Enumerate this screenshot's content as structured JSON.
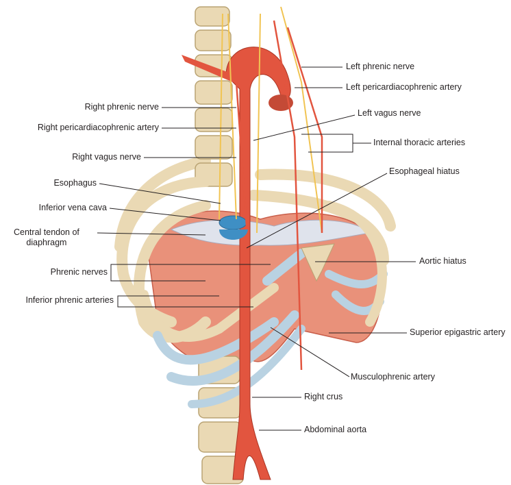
{
  "colors": {
    "bone": "#ead9b4",
    "bone_edge": "#b9a373",
    "muscle": "#e9917a",
    "muscle_dark": "#c85e4a",
    "artery": "#e2553f",
    "vein": "#3f8fc4",
    "tendon": "#dfe3ec",
    "nerve": "#f1c453",
    "cartilage": "#b9d2e2"
  },
  "labels": {
    "left_phrenic_nerve": "Left phrenic nerve",
    "left_pericardiacophrenic_artery": "Left pericardiacophrenic artery",
    "left_vagus_nerve": "Left vagus nerve",
    "internal_thoracic_arteries": "Internal thoracic arteries",
    "esophageal_hiatus": "Esophageal hiatus",
    "aortic_hiatus": "Aortic hiatus",
    "superior_epigastric_artery": "Superior epigastric artery",
    "musculophrenic_artery": "Musculophrenic artery",
    "right_crus": "Right crus",
    "abdominal_aorta": "Abdominal aorta",
    "right_phrenic_nerve": "Right phrenic nerve",
    "right_pericardiacophrenic_artery": "Right pericardiacophrenic artery",
    "right_vagus_nerve": "Right vagus nerve",
    "esophagus": "Esophagus",
    "inferior_vena_cava": "Inferior vena cava",
    "central_tendon_line1": "Central tendon of",
    "central_tendon_line2": "diaphragm",
    "phrenic_nerves": "Phrenic nerves",
    "inferior_phrenic_arteries": "Inferior phrenic arteries"
  }
}
